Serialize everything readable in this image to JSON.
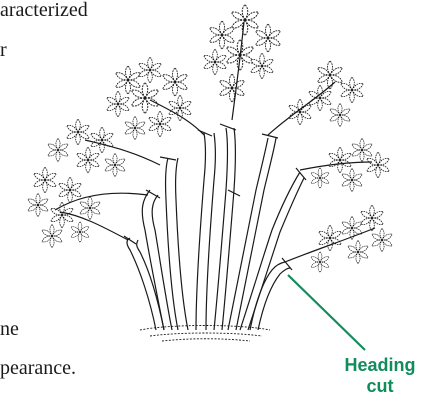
{
  "body_text": {
    "line1": "aracterized",
    "line2": "r",
    "line3": "ne",
    "line4": "pearance."
  },
  "callout": {
    "line1": "Heading",
    "line2": "cut",
    "color": "#118c5d"
  },
  "colors": {
    "ink": "#1a1a1a",
    "callout": "#118c5d"
  }
}
